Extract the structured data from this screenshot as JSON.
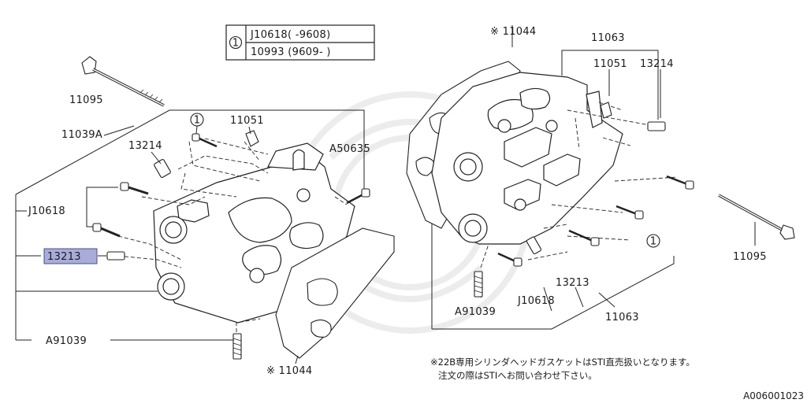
{
  "legend": {
    "index": "1",
    "row1": "J10618( -9608)",
    "row2": "10993 (9609- )"
  },
  "left": {
    "bolt_11095": "11095",
    "head_11039A": "11039A",
    "seal_13214": "13214",
    "ref_1": "1",
    "cap_11051": "11051",
    "a50635": "A50635",
    "j10618": "J10618",
    "pin_13213": "13213",
    "a91039": "A91039",
    "gasket_11044": "※ 11044"
  },
  "right": {
    "gasket_11044": "※ 11044",
    "head_11063_top": "11063",
    "cap_11051": "11051",
    "seal_13214": "13214",
    "bolt_11095": "11095",
    "ref_1": "1",
    "pin_13213": "13213",
    "j10618": "J10618",
    "a91039": "A91039",
    "head_11063_bottom": "11063"
  },
  "footnote": {
    "line1": "※22B専用シリンダヘッドガスケットはSTI直売扱いとなります。",
    "line2": "注文の際はSTIへお問い合わせ下さい。"
  },
  "figure_code": "A006001023",
  "highlight_color": "#a9acd8"
}
